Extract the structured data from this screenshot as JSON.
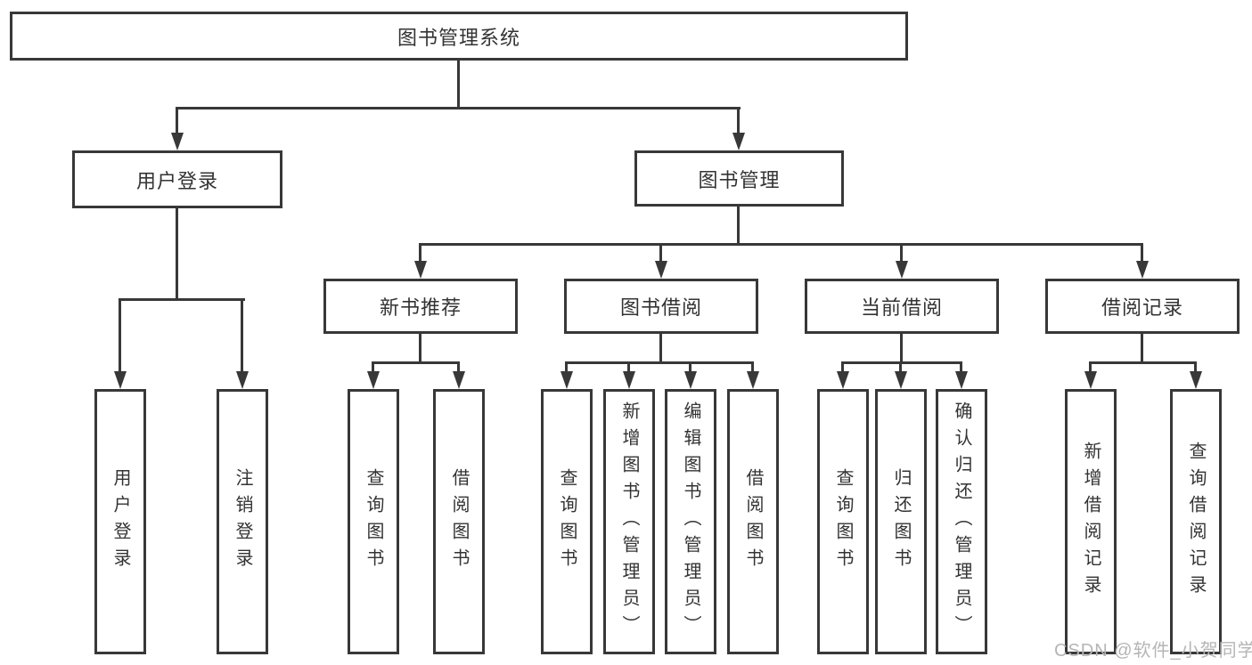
{
  "tree": {
    "label": "图书管理系统",
    "children": [
      {
        "label": "用户登录",
        "children": [
          {
            "label": "用户登录"
          },
          {
            "label": "注销登录"
          }
        ]
      },
      {
        "label": "图书管理",
        "children": [
          {
            "label": "新书推荐",
            "children": [
              {
                "label": "查询图书"
              },
              {
                "label": "借阅图书"
              }
            ]
          },
          {
            "label": "图书借阅",
            "children": [
              {
                "label": "查询图书"
              },
              {
                "label": "新增图书（管理员）"
              },
              {
                "label": "编辑图书（管理员）"
              },
              {
                "label": "借阅图书"
              }
            ]
          },
          {
            "label": "当前借阅",
            "children": [
              {
                "label": "查询图书"
              },
              {
                "label": "归还图书"
              },
              {
                "label": "确认归还（管理员）"
              }
            ]
          },
          {
            "label": "借阅记录",
            "children": [
              {
                "label": "新增借阅记录"
              },
              {
                "label": "查询借阅记录"
              }
            ]
          }
        ]
      }
    ]
  },
  "watermark": {
    "text": "CSDN @软件_小贺同学"
  },
  "colors": {
    "line": "#383838",
    "border": "#383838",
    "text": "#333333",
    "watermark": "#b5b5b5",
    "background": "#ffffff"
  }
}
